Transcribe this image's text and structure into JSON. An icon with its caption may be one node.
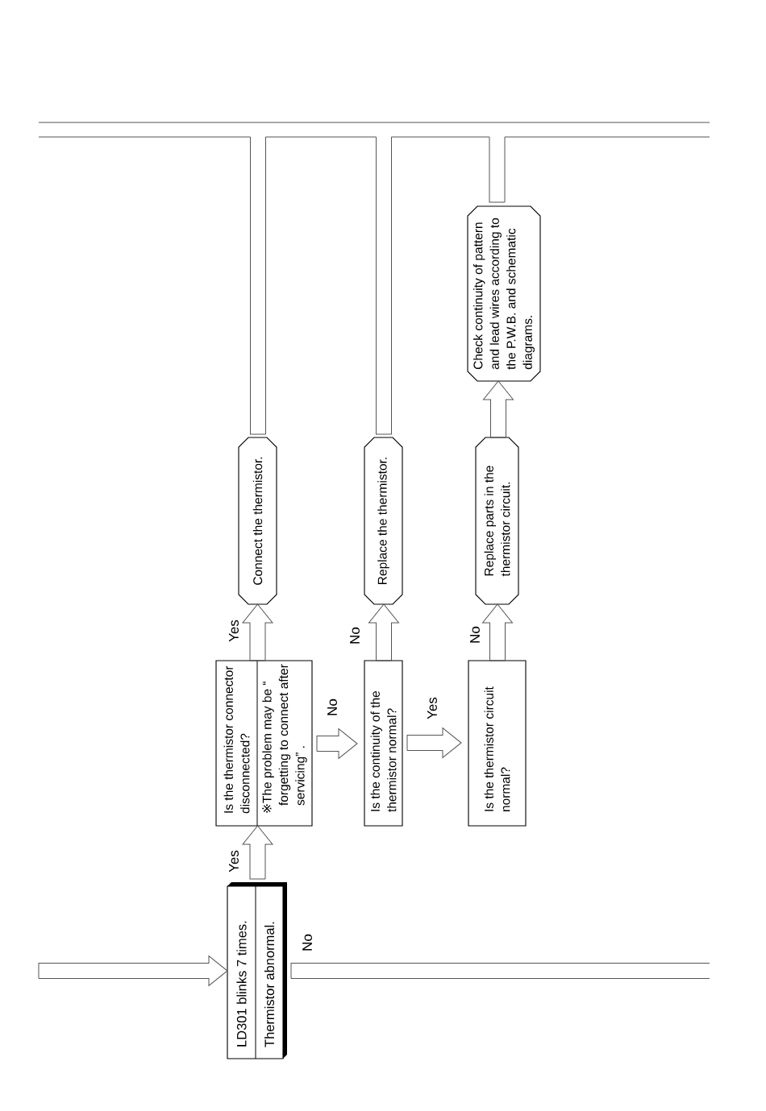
{
  "diagram": {
    "nodes": [
      {
        "text": [
          "LD301 blinks 7 times.",
          "Thermistor abnormal."
        ]
      },
      {
        "text": [
          "Is the thermistor connector disconnected?",
          "※The problem may be “ forgetting to connect after servicing” ."
        ]
      },
      {
        "text": [
          "Connect the thermistor."
        ]
      },
      {
        "text": [
          "Is the continuity of the thermistor normal?"
        ]
      },
      {
        "text": [
          "Replace the thermistor."
        ]
      },
      {
        "text": [
          "Is the thermistor circuit normal?"
        ]
      },
      {
        "text": [
          "Replace parts in the thermistor circuit."
        ]
      },
      {
        "text": [
          "Check continuity of pattern and lead wires according to the P.W.B. and schematic diagrams."
        ]
      }
    ],
    "edges": [
      {
        "from": null,
        "to": 0,
        "arrow": "to"
      },
      {
        "from": 0,
        "to": 1,
        "arrow": "to",
        "label": "Yes"
      },
      {
        "from": 0,
        "to": null,
        "arrow": "none",
        "label": "No"
      },
      {
        "from": 1,
        "to": 2,
        "arrow": "to",
        "label": "Yes"
      },
      {
        "from": 1,
        "to": 3,
        "arrow": "to",
        "label": "No"
      },
      {
        "from": 3,
        "to": 4,
        "arrow": "to",
        "label": "No"
      },
      {
        "from": 3,
        "to": 5,
        "arrow": "to",
        "label": "Yes"
      },
      {
        "from": 5,
        "to": 6,
        "arrow": "to",
        "label": "No"
      },
      {
        "from": 6,
        "to": 7,
        "arrow": "to"
      },
      {
        "from": 2,
        "to": null,
        "arrow": "none"
      },
      {
        "from": 4,
        "to": null,
        "arrow": "none"
      },
      {
        "from": 7,
        "to": null,
        "arrow": "none"
      }
    ]
  }
}
